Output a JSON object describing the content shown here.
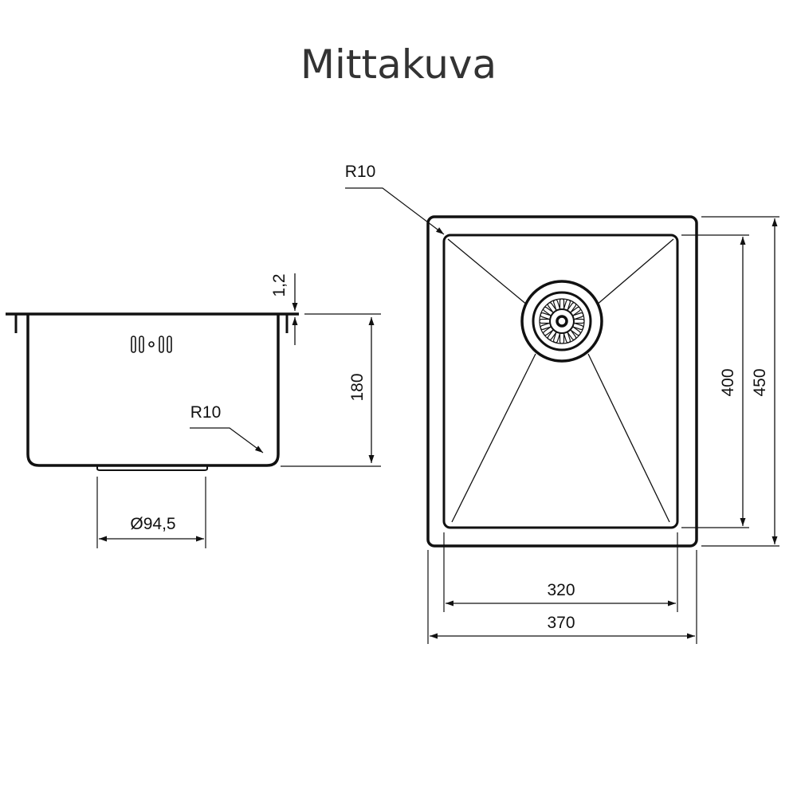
{
  "title": "Mittakuva",
  "side_view": {
    "thickness_label": "1,2",
    "depth_label": "180",
    "radius_label": "R10",
    "drain_label": "Ø94,5"
  },
  "top_view": {
    "radius_label": "R10",
    "inner_length_label": "400",
    "outer_length_label": "450",
    "inner_width_label": "320",
    "outer_width_label": "370"
  }
}
